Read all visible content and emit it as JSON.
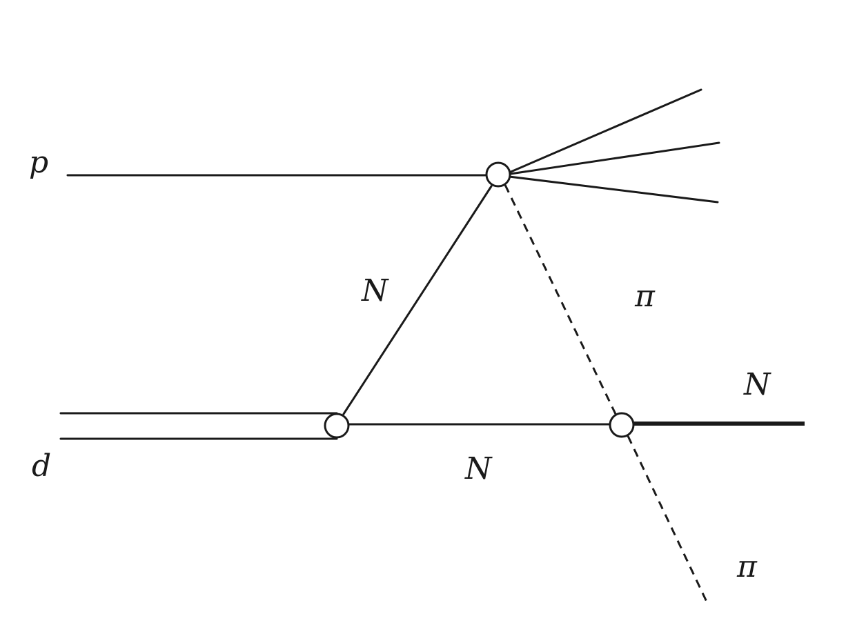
{
  "labels": {
    "proton": "p",
    "deuteron": "d",
    "nucleon_exchange": "N",
    "pion_exchange": "π",
    "nucleon_spectator": "N",
    "nucleon_out": "N",
    "pion_out": "π"
  },
  "colors": {
    "ink": "#1a1a1a",
    "background": "#ffffff",
    "vertex_fill": "#ffffff"
  }
}
